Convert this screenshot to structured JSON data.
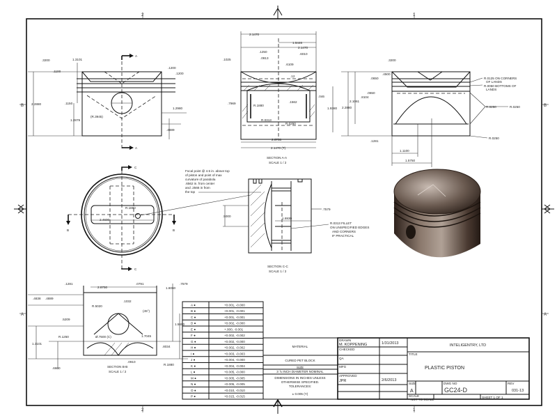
{
  "zones": {
    "top": [
      "2",
      "1"
    ],
    "side": [
      "B",
      "A"
    ]
  },
  "view_top_left": {
    "section_markers": [
      "A",
      "A"
    ],
    "dims": [
      ".3200",
      "1.3101",
      ".1100",
      "2.2880",
      ".1150",
      "1.2879",
      "(R.3945)",
      ".1200",
      ".1200",
      ".4889",
      "1.2980"
    ]
  },
  "section_aa": {
    "title": "SECTION A-A",
    "scale": "SCALE 1 / 2",
    "dims": [
      "2.1470",
      "1.5446",
      "2.1470",
      ".1250",
      ".6010",
      ".1025",
      ".0813",
      ".6109",
      ".12",
      ".046",
      ".7969",
      "R.1880",
      "R.0313",
      "R.0250",
      "2.6708",
      "2.1470 (T)",
      "1.9380",
      ".1562"
    ]
  },
  "view_right": {
    "dims": [
      ".3200",
      ".4500",
      ".0650",
      ".0650",
      ".8104",
      "2.1061",
      "2.2880",
      "R.0125 ON CORNERS",
      "OF LANDS",
      "R.0050 BOTTOMS OF",
      "LANDS",
      "R.0250",
      "R.0250",
      "R.0250",
      ".1281",
      "1.1100",
      "1.5750"
    ]
  },
  "view_top": {
    "section_markers": [
      "C",
      "C",
      "B",
      "B"
    ],
    "dims": [
      "R.1880",
      "2.4600"
    ]
  },
  "focal_note": [
    "Focal point @ 4.5 in. above top",
    "of piston and point of max",
    "curvature of parabola",
    ".6562 in. from center",
    "and .2566 in from",
    "the top"
  ],
  "section_cc": {
    "title": "SECTION C-C",
    "scale": "SCALE 1 / 2",
    "dims": [
      ".5000",
      "1.6930",
      ".7579"
    ],
    "fillet_note": [
      "R.0313 FILLET",
      "ON UNSPECIFIED EDGES",
      "AND CORNERS",
      "IF PRACTICAL"
    ]
  },
  "section_bb": {
    "title": "SECTION B-B",
    "scale": "SCALE 1 / 2",
    "dims": [
      ".1281",
      "2.8750",
      ".0791",
      "1.6060",
      ".7579",
      ".4838",
      ".4889",
      ".5209",
      "R.5020",
      ".1032",
      "(45°)",
      "1.5600",
      "1.3101",
      "R.1250",
      "Ø.7500 (C)",
      "1.7045",
      ".8034",
      ".0910",
      "R.1880",
      ".6600"
    ]
  },
  "tolerance_table": [
    {
      "key": "A ●",
      "value": "+0.001, -0.000"
    },
    {
      "key": "B ●",
      "value": "+0.001, -0.001"
    },
    {
      "key": "C ●",
      "value": "+0.001, -0.001"
    },
    {
      "key": "D ●",
      "value": "+0.002, -0.000"
    },
    {
      "key": "E ●",
      "value": "+.000, -0.001"
    },
    {
      "key": "F ●",
      "value": "+0.002, -0.002"
    },
    {
      "key": "G ●",
      "value": "+0.002, -0.000"
    },
    {
      "key": "H ●",
      "value": "+0.002, -0.002"
    },
    {
      "key": "I ●",
      "value": "+0.003, -0.003"
    },
    {
      "key": "J ●",
      "value": "+0.004, -0.000"
    },
    {
      "key": "K ●",
      "value": "+0.004, -0.004"
    },
    {
      "key": "L ●",
      "value": "+0.005, -0.000"
    },
    {
      "key": "M ●",
      "value": "+0.005, -0.005"
    },
    {
      "key": "N ●",
      "value": "+0.005, -0.005"
    },
    {
      "key": "O ●",
      "value": "+0.010, -0.010"
    },
    {
      "key": "P ●",
      "value": "+0.015, -0.015"
    }
  ],
  "material_block": {
    "material_label": "MATERIAL",
    "material": "CURED PET BLOCK",
    "size_label": "SIZE",
    "size": "3 ⅞ INCH DIAMETER NOMINAL",
    "dims_note": [
      "DIMENSIONS IN INCHES UNLESS",
      "OTHERWISE SPECIFIED.",
      "TOLERANCES:"
    ],
    "default_tolerance": "± 0.005 (Y)"
  },
  "title_block": {
    "drawn_label": "DRAWN",
    "drawn_by": "M. KOPPENING",
    "drawn_date": "1/31/2013",
    "checked_label": "CHECKED",
    "qa_label": "QA",
    "mfg_label": "MFG",
    "approved_label": "APPROVED",
    "approved_by": "JPR",
    "approved_date": "2/6/2013",
    "company": "INTELIGENTRY, LTD",
    "title_label": "TITLE",
    "title": "PLASTIC PISTON",
    "size_label": "SIZE",
    "size": "A",
    "dwg_label": "DWG NO",
    "dwg_no": "GC24-D",
    "rev_label": "REV",
    "rev": "031-13",
    "scale_label": "SCALE",
    "scale": "NOT TO SCALE",
    "sheet": "SHEET 1 OF 1"
  }
}
